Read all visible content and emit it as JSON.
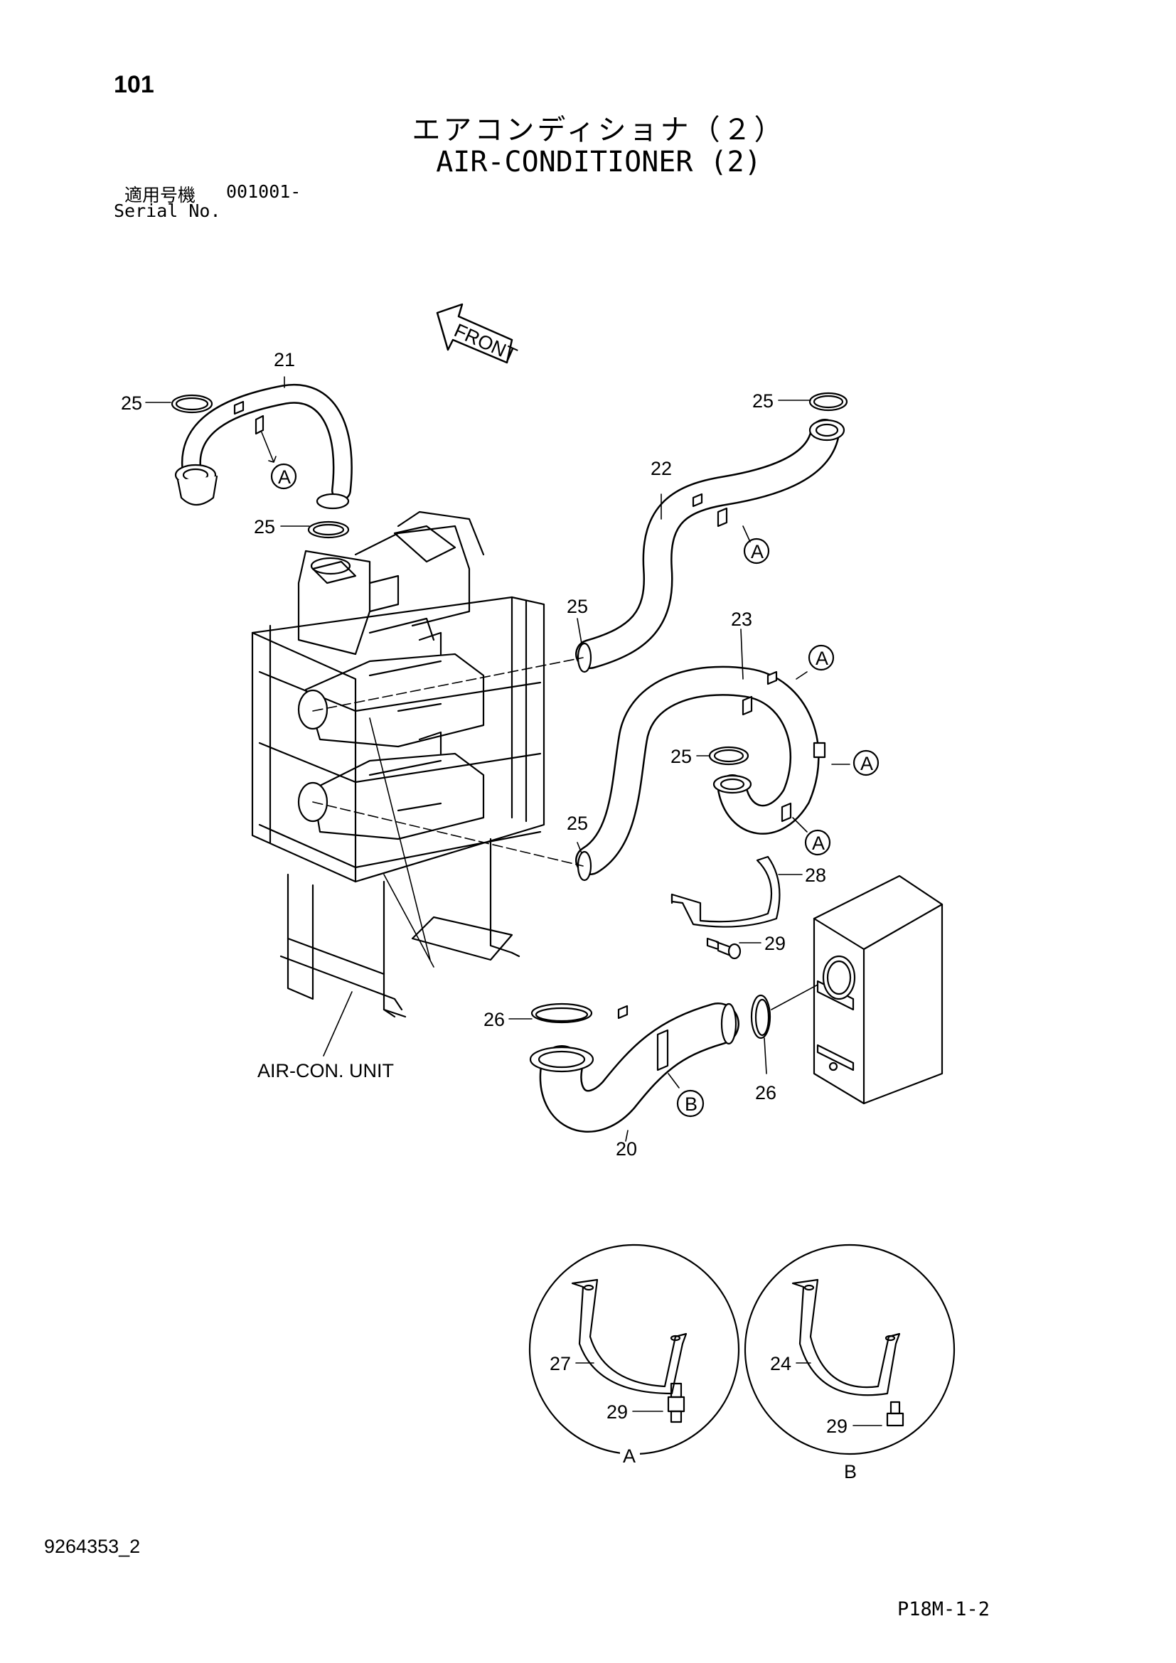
{
  "page_number": "101",
  "title_jp": "エアコンディショナ（２）",
  "title_en": "AIR-CONDITIONER (2)",
  "serial_label_jp": "適用号機",
  "serial_value": "001001-",
  "serial_label_en": "Serial No.",
  "front_label": "FRONT",
  "unit_label": "AIR-CON. UNIT",
  "callouts": {
    "c21": "21",
    "c25a": "25",
    "c25b": "25",
    "c25c": "25",
    "c25d": "25",
    "c25e": "25",
    "c25f": "25",
    "c22": "22",
    "c23": "23",
    "c28": "28",
    "c29a": "29",
    "c26a": "26",
    "c26b": "26",
    "c20": "20",
    "c27": "27",
    "c29b": "29",
    "c24": "24",
    "c29c": "29"
  },
  "ref_marks": {
    "a": "A",
    "b": "B"
  },
  "detail_labels": {
    "a": "A",
    "b": "B"
  },
  "doc_id": "9264353_2",
  "page_code": "P18M-1-2"
}
